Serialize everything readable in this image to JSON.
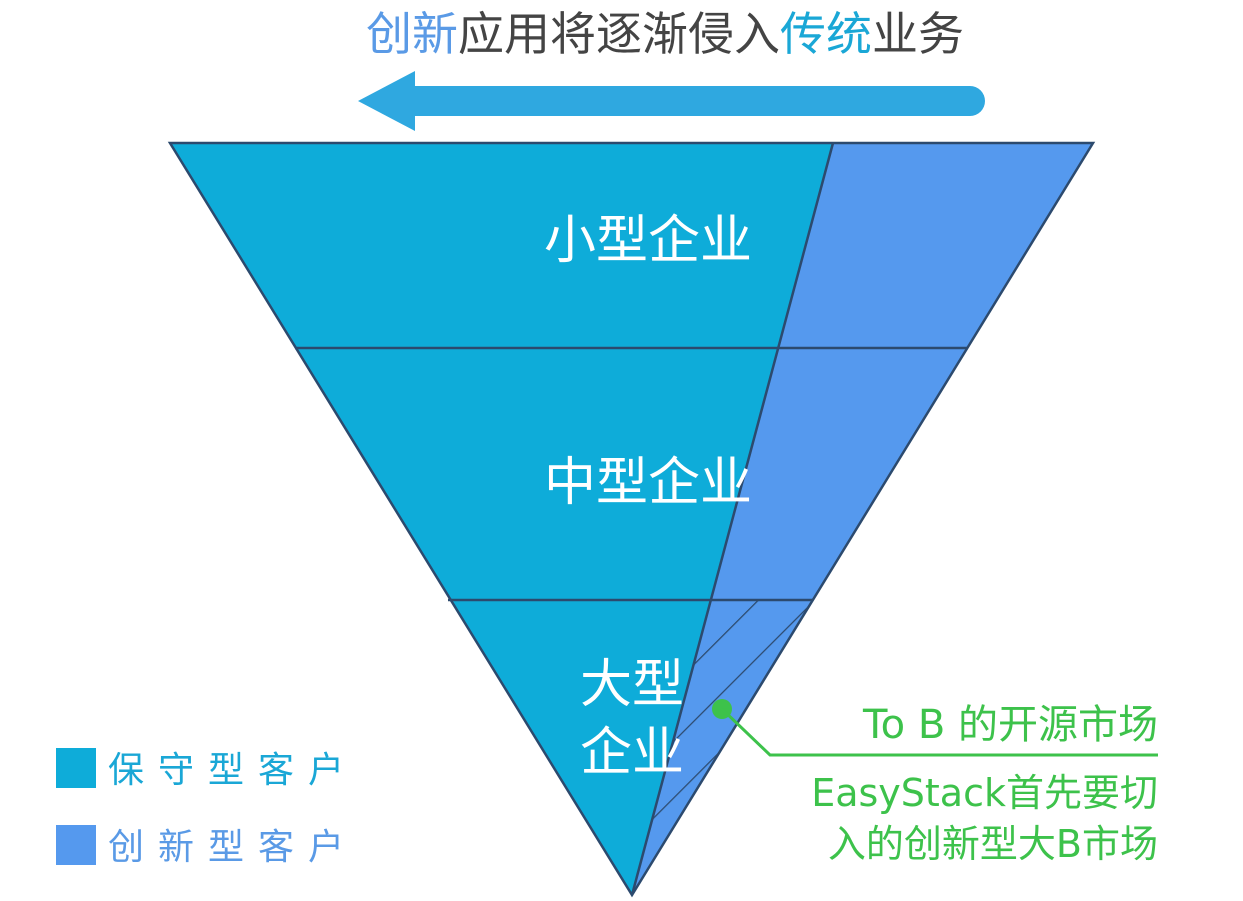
{
  "colors": {
    "conservative": "#0EACD9",
    "innovative": "#5599EE",
    "title_dark": "#444444",
    "title_blue_light": "#5A9AE6",
    "title_blue_teal": "#1AA7D6",
    "arrow": "#2FA8E0",
    "outline": "#335577",
    "green": "#3DC24B"
  },
  "title": {
    "part1": "创新",
    "part2": "应用将逐渐侵入",
    "part3": "传统",
    "part4": "业务"
  },
  "tiers": {
    "small": "小型企业",
    "medium": "中型企业",
    "large_line1": "大型",
    "large_line2": "企业"
  },
  "legend": {
    "conservative": "保守型客户",
    "innovative": "创新型客户"
  },
  "callout": {
    "heading": "To B 的开源市场",
    "line1": "EasyStack首先要切",
    "line2": "入的创新型大B市场"
  },
  "icons": {
    "arrow": "left-arrow-icon"
  }
}
